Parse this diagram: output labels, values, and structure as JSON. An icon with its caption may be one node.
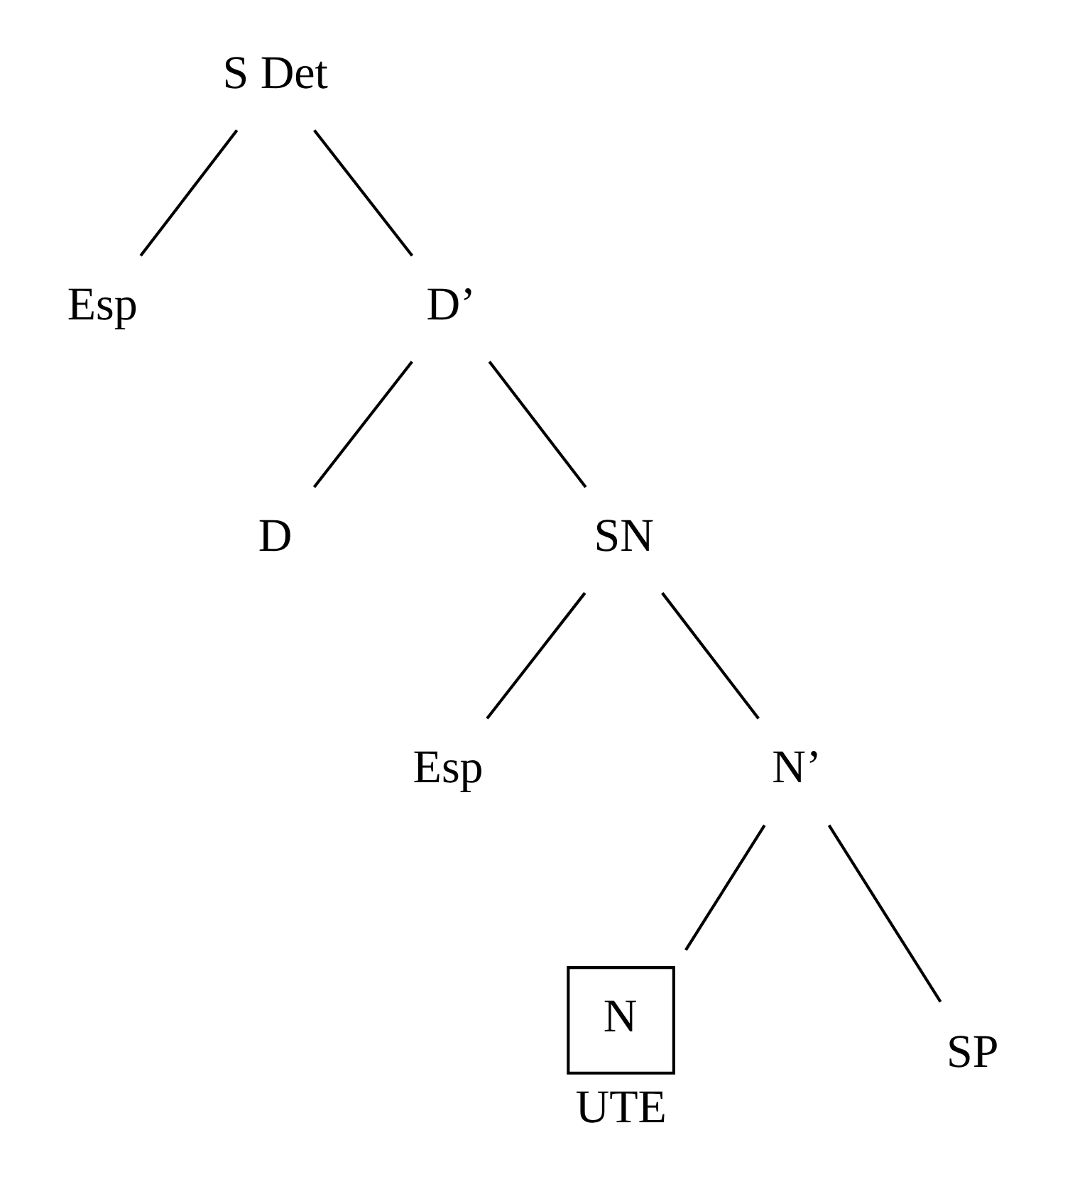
{
  "diagram": {
    "nodes": [
      {
        "text": [
          "S Det"
        ]
      },
      {
        "text": [
          "Esp"
        ]
      },
      {
        "text": [
          "D’"
        ]
      },
      {
        "text": [
          "D"
        ]
      },
      {
        "text": [
          "SN"
        ]
      },
      {
        "text": [
          "Esp"
        ]
      },
      {
        "text": [
          "N’"
        ]
      },
      {
        "text": [
          "N"
        ],
        "beside": [
          "UTE"
        ]
      },
      {
        "text": [
          "SP"
        ]
      }
    ],
    "edges": [
      {
        "from": 0,
        "to": 1,
        "arrow": "none"
      },
      {
        "from": 0,
        "to": 2,
        "arrow": "none"
      },
      {
        "from": 2,
        "to": 3,
        "arrow": "none"
      },
      {
        "from": 2,
        "to": 4,
        "arrow": "none"
      },
      {
        "from": 4,
        "to": 5,
        "arrow": "none"
      },
      {
        "from": 4,
        "to": 6,
        "arrow": "none"
      },
      {
        "from": 6,
        "to": 7,
        "arrow": "none"
      },
      {
        "from": 6,
        "to": 8,
        "arrow": "none"
      }
    ]
  }
}
